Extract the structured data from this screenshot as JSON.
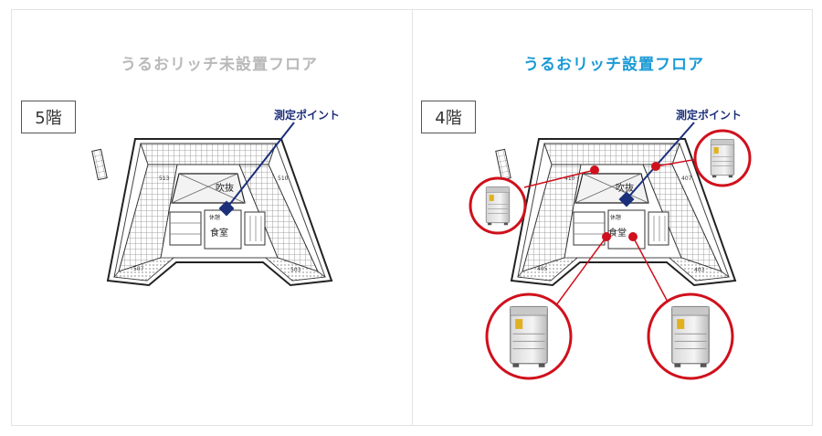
{
  "panels": {
    "left": {
      "title": "うるおリッチ未設置フロア",
      "floor": "5階",
      "measure_point": "測定ポイント",
      "rooms": {
        "atrium": "吹抜",
        "cafeteria": "食室",
        "small_room": "休憩",
        "r1": "513",
        "r2": "507",
        "r3": "503",
        "r4": "510"
      }
    },
    "right": {
      "title": "うるおリッチ設置フロア",
      "floor": "4階",
      "measure_point": "測定ポイント",
      "rooms": {
        "atrium": "吹抜",
        "cafeteria": "食堂",
        "small_room": "休憩",
        "r1": "410",
        "r2": "405",
        "r3": "403",
        "r4": "407"
      }
    }
  },
  "colors": {
    "title_inactive": "#b9b9b9",
    "title_active": "#1a9ad6",
    "marker": "#1c2f7a",
    "device_ring": "#d0101c"
  }
}
